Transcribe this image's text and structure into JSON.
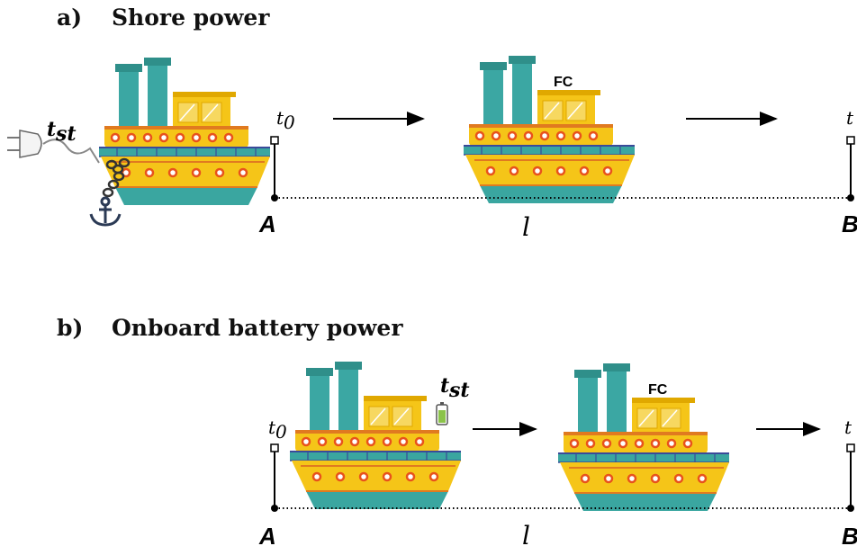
{
  "panel_a": {
    "label": "a)",
    "title": "Shore power",
    "t_start": "t",
    "t_start_sub": "0",
    "t_end": "t",
    "t_end_sub": "",
    "point_a": "A",
    "point_b": "B",
    "distance": "l",
    "fc": "FC",
    "tst": "t",
    "tst_sub": "st"
  },
  "panel_b": {
    "label": "b)",
    "title": "Onboard battery power",
    "t_start": "t",
    "t_start_sub": "0",
    "t_end": "t",
    "t_end_sub": "",
    "point_a": "A",
    "point_b": "B",
    "distance": "l",
    "fc": "FC",
    "tst": "t",
    "tst_sub": "st"
  },
  "colors": {
    "hull_yellow": "#f5c518",
    "hull_teal": "#3aa6a0",
    "chimney_teal": "#3ba7a3",
    "window_orange": "#e8521c",
    "stripe_orange": "#e07a20",
    "deck_blue": "#3a4a9a",
    "battery_green": "#8bc34a"
  },
  "icons": [
    "ship-icon",
    "plug-icon",
    "anchor-icon",
    "chain-icon",
    "battery-icon",
    "arrow-icon"
  ]
}
